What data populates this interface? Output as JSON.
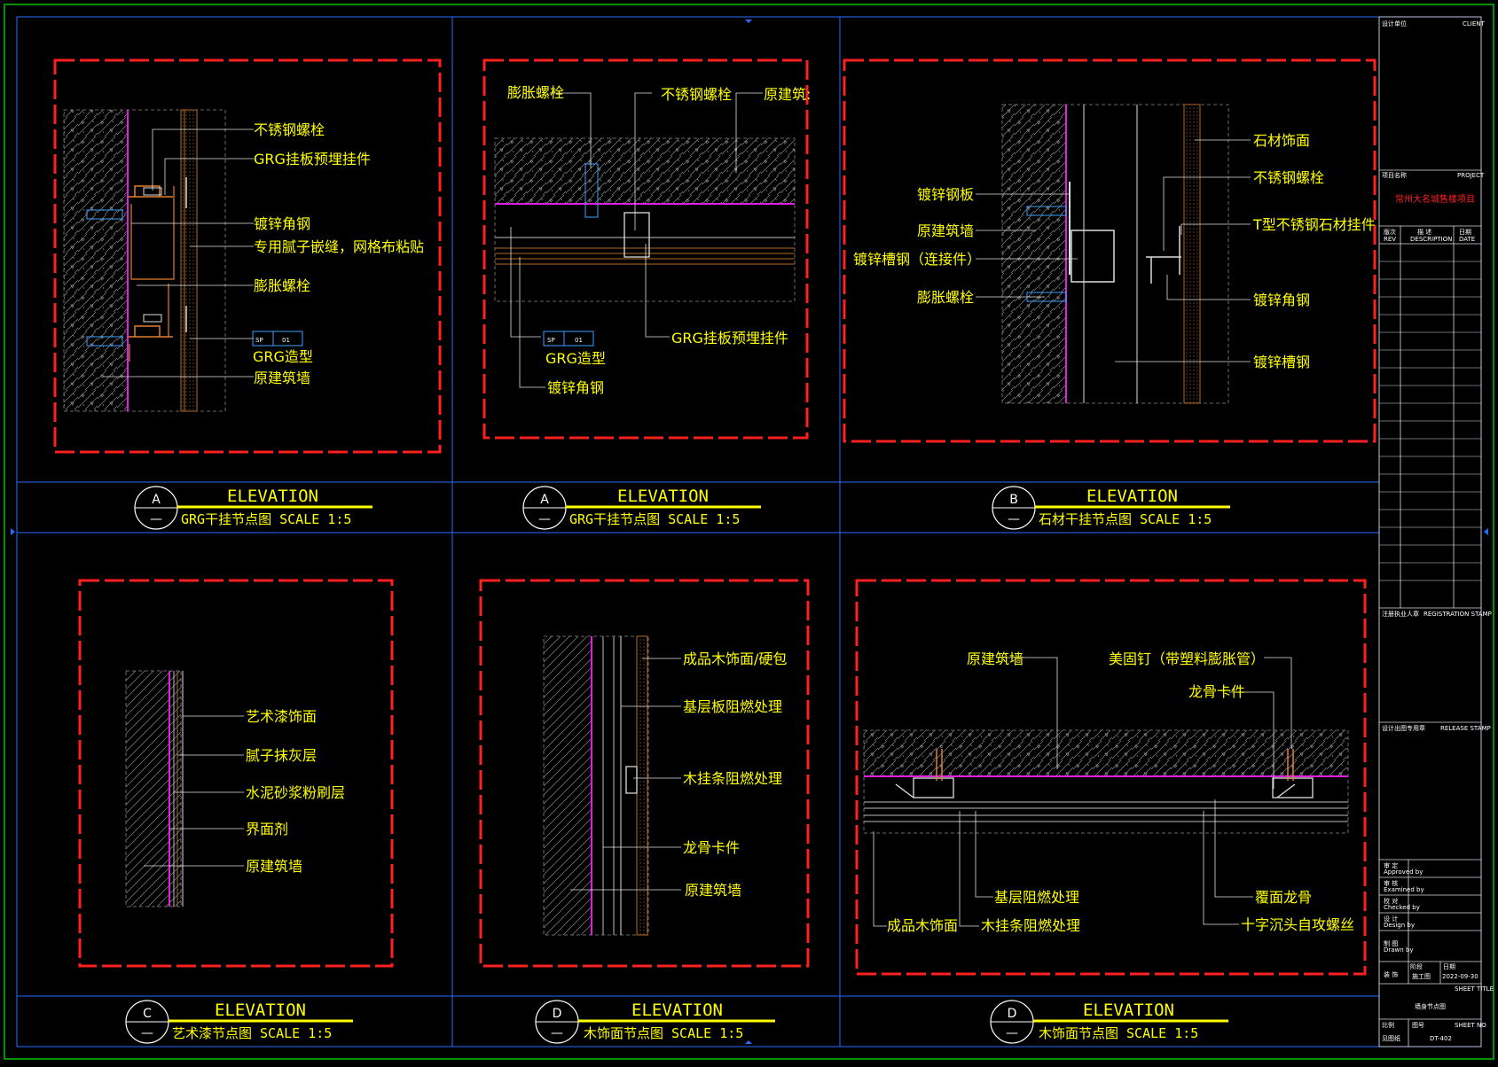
{
  "panels": [
    {
      "id": "A",
      "num": "—",
      "title": "ELEVATION",
      "sub": "GRG干挂节点图  SCALE 1:5",
      "labels": [
        "不锈钢螺栓",
        "GRG挂板预埋挂件",
        "镀锌角钢",
        "专用腻子嵌缝，网格布粘贴",
        "膨胀螺栓",
        "GRG造型",
        "原建筑墙"
      ],
      "tag": {
        "a": "SP",
        "b": "01"
      }
    },
    {
      "id": "A",
      "num": "—",
      "title": "ELEVATION",
      "sub": "GRG干挂节点图  SCALE 1:5",
      "labels": [
        "膨胀螺栓",
        "不锈钢螺栓",
        "原建筑:",
        "GRG挂板预埋挂件",
        "GRG造型",
        "镀锌角钢"
      ],
      "tag": {
        "a": "SP",
        "b": "01"
      }
    },
    {
      "id": "B",
      "num": "—",
      "title": "ELEVATION",
      "sub": "石材干挂节点图  SCALE 1:5",
      "labels": [
        "石材饰面",
        "不锈钢螺栓",
        "镀锌钢板",
        "原建筑墙",
        "T型不锈钢石材挂件",
        "镀锌槽钢（连接件）",
        "膨胀螺栓",
        "镀锌角钢",
        "镀锌槽钢"
      ]
    },
    {
      "id": "C",
      "num": "—",
      "title": "ELEVATION",
      "sub": "艺术漆节点图  SCALE 1:5",
      "labels": [
        "艺术漆饰面",
        "腻子抹灰层",
        "水泥砂浆粉刷层",
        "界面剂",
        "原建筑墙"
      ]
    },
    {
      "id": "D",
      "num": "—",
      "title": "ELEVATION",
      "sub": "木饰面节点图  SCALE 1:5",
      "labels": [
        "成品木饰面/硬包",
        "基层板阻燃处理",
        "木挂条阻燃处理",
        "龙骨卡件",
        "原建筑墙"
      ]
    },
    {
      "id": "D",
      "num": "—",
      "title": "ELEVATION",
      "sub": "木饰面节点图  SCALE 1:5",
      "labels": [
        "原建筑墙",
        "美固钉（带塑料膨胀管）",
        "龙骨卡件",
        "基层阻燃处理",
        "覆面龙骨",
        "成品木饰面",
        "木挂条阻燃处理",
        "十字沉头自攻螺丝"
      ]
    }
  ],
  "titleblock": {
    "client_cn": "设计单位",
    "client_en": "CLIENT",
    "project_cn": "项目名称",
    "project_en": "PROJECT",
    "project_name": "常州大名城售楼项目",
    "rev_cols": [
      "版次",
      "描 述",
      "日期"
    ],
    "rev_en": [
      "REV",
      "DESCRIPTION",
      "DATE"
    ],
    "reg_stamp_cn": "注册执业人章",
    "reg_stamp_en": "REGISTRATION STAMP",
    "release_cn": "设计出图专用章",
    "release_en": "RELEASE STAMP",
    "roles": [
      "审 定",
      "审 核",
      "校 对",
      "设 计",
      "制 图"
    ],
    "roles_en": [
      "Approved by",
      "Examined by",
      "Checked by",
      "Design by",
      "Drawn by"
    ],
    "stage_cn": "阶段",
    "stage": "施工图",
    "date_cn": "日期",
    "date": "2022-09-30",
    "specialty": "装 饰",
    "sheet_title_en": "SHEET TITLE",
    "sheet_title": "墙身节点图",
    "scale_cn": "比例",
    "scale": "见图纸",
    "sheet_no_cn": "图号",
    "sheet_no_en": "SHEET NO",
    "sheet_no": "DT-402"
  }
}
